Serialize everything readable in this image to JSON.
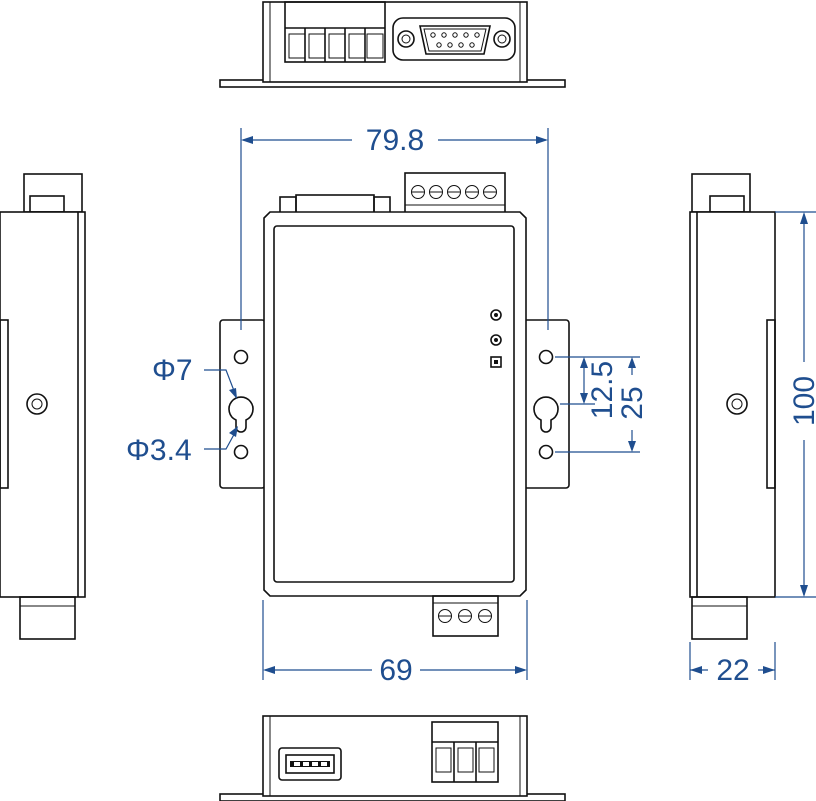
{
  "colors": {
    "dimension": "#1f4e8f",
    "outline": "#111111",
    "background": "#ffffff"
  },
  "dimensions": {
    "width_mounting": "79.8",
    "width_body": "69",
    "depth": "22",
    "height": "100",
    "hole_spacing_half": "12.5",
    "hole_spacing_full": "25",
    "keyhole_diameter": "Φ7",
    "hole_diameter": "Φ3.4"
  }
}
